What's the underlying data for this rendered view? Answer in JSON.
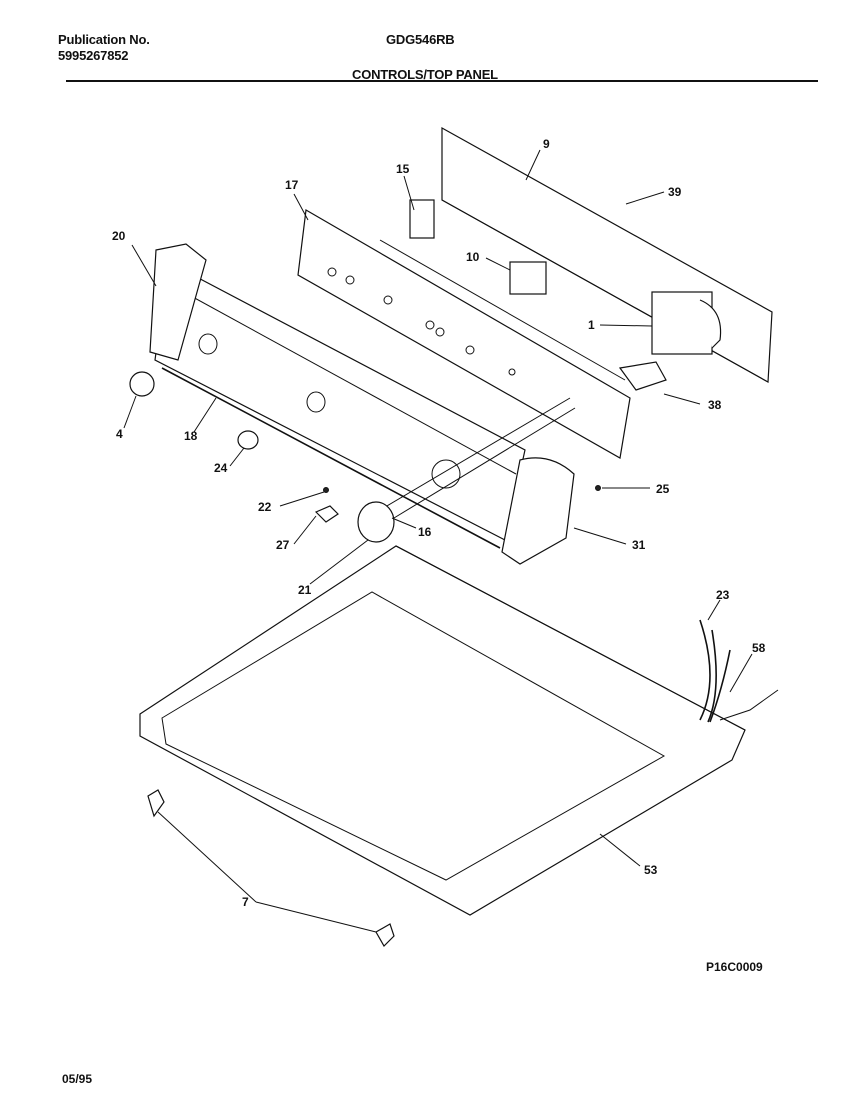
{
  "header": {
    "publication_label": "Publication No.",
    "publication_number": "5995267852",
    "model": "GDG546RB",
    "section_title": "CONTROLS/TOP PANEL"
  },
  "callouts": [
    "9",
    "39",
    "15",
    "17",
    "10",
    "20",
    "1",
    "38",
    "4",
    "18",
    "24",
    "22",
    "25",
    "27",
    "16",
    "31",
    "21",
    "23",
    "58",
    "53",
    "7"
  ],
  "figure_code": "P16C0009",
  "date": "05/95"
}
